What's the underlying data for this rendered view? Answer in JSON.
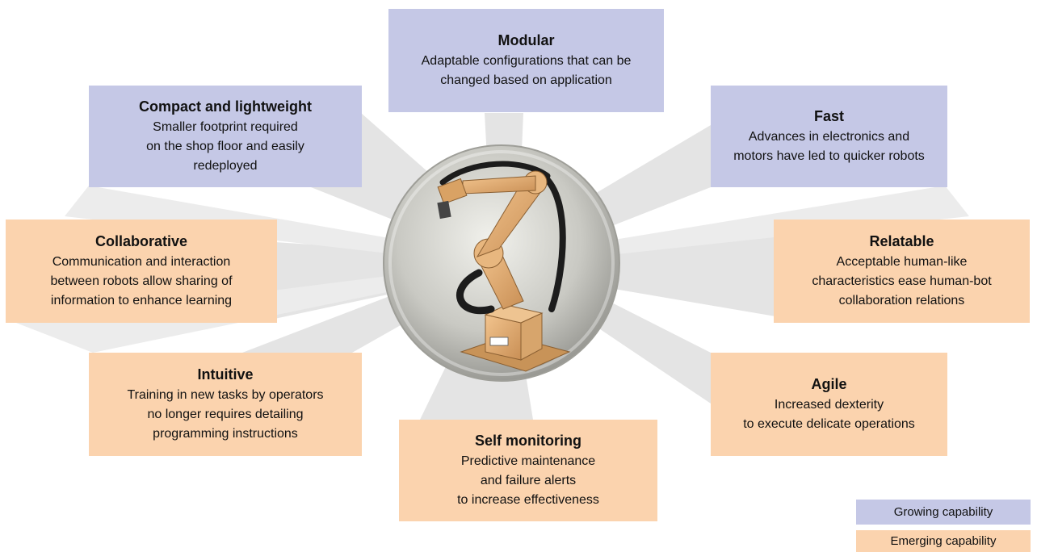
{
  "center_image": "industrial-robot-arm",
  "colors": {
    "growing": "#c5c8e6",
    "emerging": "#fbd3ae",
    "ray": "#e3e3e3"
  },
  "capabilities": {
    "modular": {
      "type": "growing",
      "title": "Modular",
      "desc": "Adaptable configurations that can be\nchanged based on application"
    },
    "compact": {
      "type": "growing",
      "title": "Compact and lightweight",
      "desc": "Smaller footprint required\non the shop floor and easily\nredeployed"
    },
    "fast": {
      "type": "growing",
      "title": "Fast",
      "desc": "Advances in electronics and\nmotors have led to quicker robots"
    },
    "collaborative": {
      "type": "emerging",
      "title": "Collaborative",
      "desc": "Communication and interaction\nbetween robots allow sharing of\ninformation to enhance learning"
    },
    "relatable": {
      "type": "emerging",
      "title": "Relatable",
      "desc": "Acceptable human-like\ncharacteristics ease human-bot\ncollaboration relations"
    },
    "intuitive": {
      "type": "emerging",
      "title": "Intuitive",
      "desc": "Training in new tasks by operators\nno longer requires detailing\nprogramming instructions"
    },
    "agile": {
      "type": "emerging",
      "title": "Agile",
      "desc": "Increased dexterity\nto execute delicate operations"
    },
    "self_monitoring": {
      "type": "emerging",
      "title": "Self monitoring",
      "desc": "Predictive maintenance\nand failure alerts\nto increase effectiveness"
    }
  },
  "legend": {
    "growing": "Growing capability",
    "emerging": "Emerging capability"
  }
}
